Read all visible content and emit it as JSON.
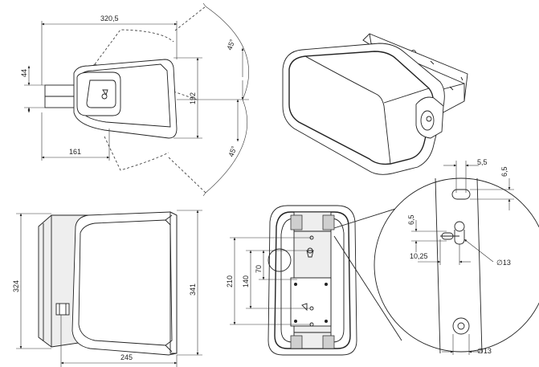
{
  "dimensions": {
    "top_width": "320,5",
    "bracket_height": "44",
    "body_height_top": "192",
    "depth_top": "161",
    "angle_upper": "45°",
    "angle_lower": "45°",
    "side_height": "324",
    "front_height": "341",
    "side_depth": "245",
    "hole_span_total": "210",
    "hole_span_mid": "140",
    "hole_span_small": "70",
    "detail_5_5": "5,5",
    "detail_6_5_top": "6,5",
    "detail_6_5_mid": "6,5",
    "detail_10_25": "10,25",
    "detail_dia_13_upper": "∅13",
    "detail_dia_13_lower": "∅13"
  },
  "colors": {
    "line": "#222222",
    "shade": "#eeeeee",
    "dark_shade": "#cfcfcf"
  }
}
